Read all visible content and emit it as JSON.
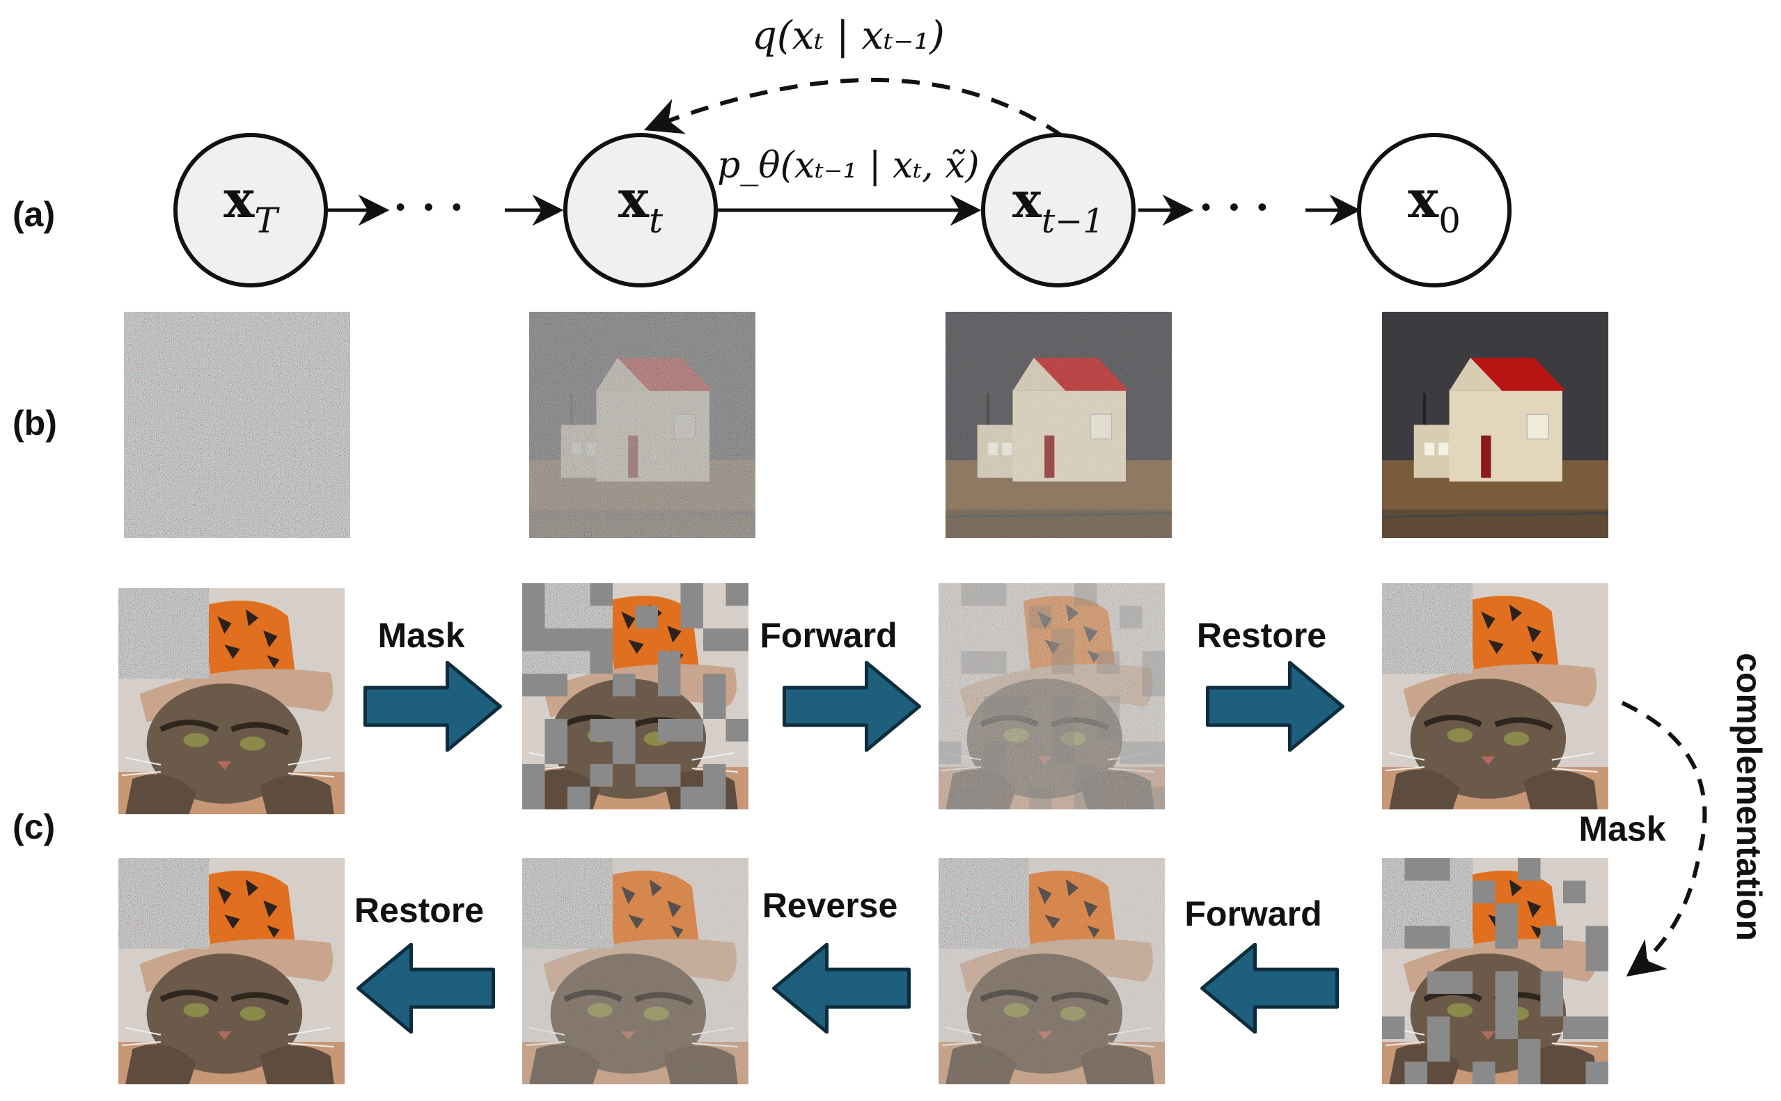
{
  "panel_labels": {
    "a": "(a)",
    "b": "(b)",
    "c": "(c)"
  },
  "nodes": [
    {
      "base": "x",
      "sub": "T"
    },
    {
      "base": "x",
      "sub": "t"
    },
    {
      "base": "x",
      "sub": "t−1"
    },
    {
      "base": "x",
      "sub": "0"
    }
  ],
  "ellipsis": "· · ·",
  "edges": {
    "forward_q": "q(xₜ | xₜ₋₁)",
    "reverse_p": "p_θ(xₜ₋₁ | xₜ, x̃)"
  },
  "row_c_top_steps": [
    "Mask",
    "Forward",
    "Restore"
  ],
  "row_c_bottom_steps": [
    "Restore",
    "Reverse",
    "Forward"
  ],
  "side_mask_label": "Mask",
  "complementation_label": "complementation",
  "colors": {
    "node_fill": "#f0f0f0",
    "node_stroke": "#111111",
    "arrow_fill": "#1e5f7d",
    "arrow_stroke": "#0d2d3d",
    "mask_gray": "#8a8a8a",
    "house_wall": "#e2d6bd",
    "house_roof": "#b81414",
    "sky_dark": "#3b3c40",
    "ground": "#7a5c3c"
  }
}
